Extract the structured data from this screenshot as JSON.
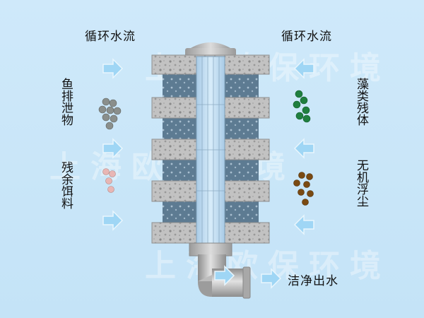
{
  "labels": {
    "circulation_left": "循环水流",
    "circulation_right": "循环水流",
    "fish_waste": "鱼排泄物",
    "residual_feed": "残余饵料",
    "algae_residue": "藻类残体",
    "inorganic_dust": "无机浮尘",
    "clean_water_out": "洁净出水"
  },
  "watermark": "上海欧保环境",
  "colors": {
    "background": "#c9e6f8",
    "arrow": "#9fd6f5",
    "filter_block": "#bdbdbd",
    "filter_block_dark": "#8f8f8f",
    "media_blue": "#5f7c92",
    "central_tube": "#b6d6ee",
    "fish_waste_particles": "#8a8f8c",
    "residual_feed_particles": "#e8b6b4",
    "algae_particles": "#1f7f3f",
    "dust_particles": "#7a4a12"
  }
}
